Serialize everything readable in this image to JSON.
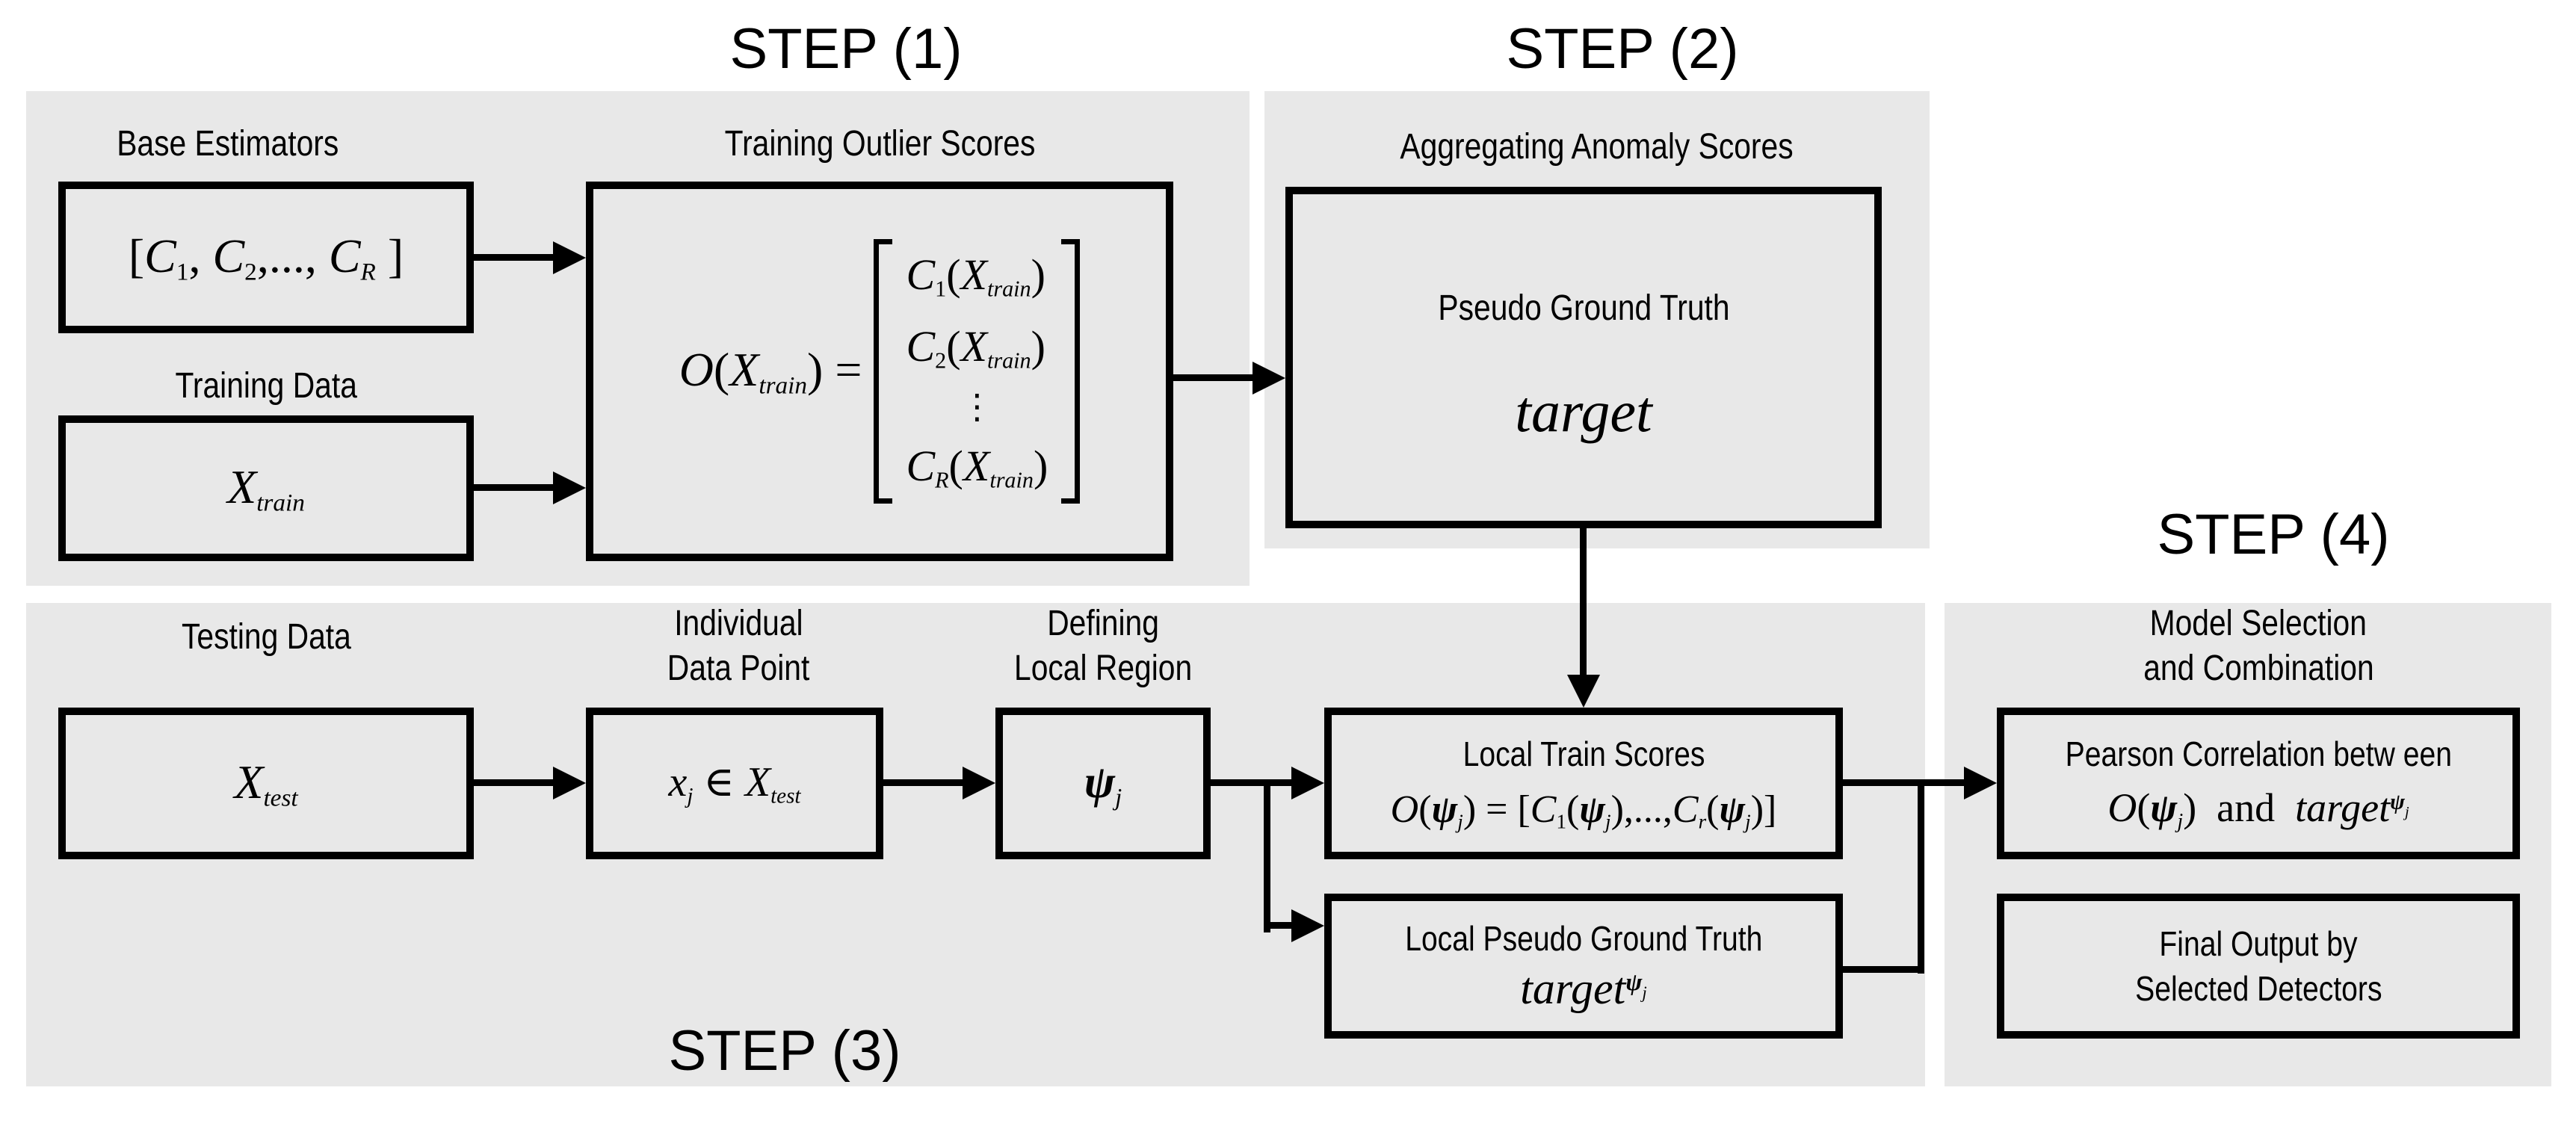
{
  "colors": {
    "background": "#ffffff",
    "panel_gray": "#e8e8e8",
    "ink": "#000000"
  },
  "step1": {
    "title": "STEP (1)",
    "base_estimators_label": "Base Estimators",
    "training_outlier_label": "Training Outlier Scores",
    "training_data_label": "Training Data",
    "base_estimators_formula": [
      {
        "t": "[",
        "s": "up"
      },
      {
        "t": "C",
        "s": "it"
      },
      {
        "t": "1",
        "s": "subup"
      },
      {
        "t": ", ",
        "s": "up"
      },
      {
        "t": "C",
        "s": "it"
      },
      {
        "t": "2",
        "s": "subup"
      },
      {
        "t": ",..., ",
        "s": "up"
      },
      {
        "t": "C",
        "s": "it"
      },
      {
        "t": "R",
        "s": "sub"
      },
      {
        "t": " ]",
        "s": "up"
      }
    ],
    "x_train_formula": [
      {
        "t": "X",
        "s": "it"
      },
      {
        "t": "train",
        "s": "sub"
      }
    ],
    "outlier_lhs": [
      {
        "t": "O",
        "s": "it"
      },
      {
        "t": "(",
        "s": "up"
      },
      {
        "t": "X",
        "s": "it"
      },
      {
        "t": "train",
        "s": "sub"
      },
      {
        "t": ")",
        "s": "up"
      },
      {
        "t": " = ",
        "s": "up"
      }
    ],
    "vector_row1": [
      {
        "t": "C",
        "s": "it"
      },
      {
        "t": "1",
        "s": "subup"
      },
      {
        "t": "(",
        "s": "up"
      },
      {
        "t": "X",
        "s": "it"
      },
      {
        "t": "train",
        "s": "sub"
      },
      {
        "t": ")",
        "s": "up"
      }
    ],
    "vector_row2": [
      {
        "t": "C",
        "s": "it"
      },
      {
        "t": "2",
        "s": "subup"
      },
      {
        "t": "(",
        "s": "up"
      },
      {
        "t": "X",
        "s": "it"
      },
      {
        "t": "train",
        "s": "sub"
      },
      {
        "t": ")",
        "s": "up"
      }
    ],
    "vector_dots": "⋮",
    "vector_row3": [
      {
        "t": "C",
        "s": "it"
      },
      {
        "t": "R",
        "s": "sub"
      },
      {
        "t": "(",
        "s": "up"
      },
      {
        "t": "X",
        "s": "it"
      },
      {
        "t": "train",
        "s": "sub"
      },
      {
        "t": ")",
        "s": "up"
      }
    ]
  },
  "step2": {
    "title": "STEP (2)",
    "panel_label": "Aggregating Anomaly Scores",
    "box_label": "Pseudo Ground Truth",
    "target_formula": [
      {
        "t": "target",
        "s": "it"
      }
    ]
  },
  "step3": {
    "title": "STEP (3)",
    "testing_data_label": "Testing Data",
    "individual_label_line1": "Individual",
    "individual_label_line2": "Data Point",
    "defining_label_line1": "Defining",
    "defining_label_line2": "Local Region",
    "x_test_formula": [
      {
        "t": "X",
        "s": "it"
      },
      {
        "t": "test",
        "s": "sub"
      }
    ],
    "xj_formula": [
      {
        "t": "x",
        "s": "it"
      },
      {
        "t": "j",
        "s": "sub"
      },
      {
        "t": " ∈ ",
        "s": "up"
      },
      {
        "t": "X",
        "s": "it"
      },
      {
        "t": "test",
        "s": "sub"
      }
    ],
    "psi_formula": [
      {
        "t": "ψ",
        "s": "itb"
      },
      {
        "t": "j",
        "s": "sub"
      }
    ],
    "local_train_label": "Local Train Scores",
    "local_train_formula": [
      {
        "t": "O",
        "s": "it"
      },
      {
        "t": "(",
        "s": "up"
      },
      {
        "t": "ψ",
        "s": "itb"
      },
      {
        "t": "j",
        "s": "sub"
      },
      {
        "t": ") = [",
        "s": "up"
      },
      {
        "t": "C",
        "s": "it"
      },
      {
        "t": "1",
        "s": "subup"
      },
      {
        "t": "(",
        "s": "up"
      },
      {
        "t": "ψ",
        "s": "itb"
      },
      {
        "t": "j",
        "s": "sub"
      },
      {
        "t": "),...,",
        "s": "up"
      },
      {
        "t": "C",
        "s": "it"
      },
      {
        "t": "r",
        "s": "sub"
      },
      {
        "t": "(",
        "s": "up"
      },
      {
        "t": "ψ",
        "s": "itb"
      },
      {
        "t": "j",
        "s": "sub"
      },
      {
        "t": ")]",
        "s": "up"
      }
    ],
    "local_pseudo_label": "Local Pseudo Ground Truth",
    "local_pseudo_formula": [
      {
        "t": "target",
        "s": "it"
      },
      {
        "t": "ψ",
        "s": "supb"
      },
      {
        "t": "j",
        "s": "supsub"
      }
    ]
  },
  "step4": {
    "title": "STEP (4)",
    "model_label_line1": "Model Selection",
    "model_label_line2": "and Combination",
    "pearson_label": "Pearson Correlation betw een",
    "pearson_formula": [
      {
        "t": "O",
        "s": "it"
      },
      {
        "t": "(",
        "s": "up"
      },
      {
        "t": "ψ",
        "s": "itb"
      },
      {
        "t": "j",
        "s": "sub"
      },
      {
        "t": ")",
        "s": "up"
      },
      {
        "t": "  and  ",
        "s": "up"
      },
      {
        "t": "target",
        "s": "it"
      },
      {
        "t": "ψ",
        "s": "supb"
      },
      {
        "t": "j",
        "s": "supsub"
      }
    ],
    "final_label_line1": "Final Output by",
    "final_label_line2": "Selected Detectors"
  }
}
